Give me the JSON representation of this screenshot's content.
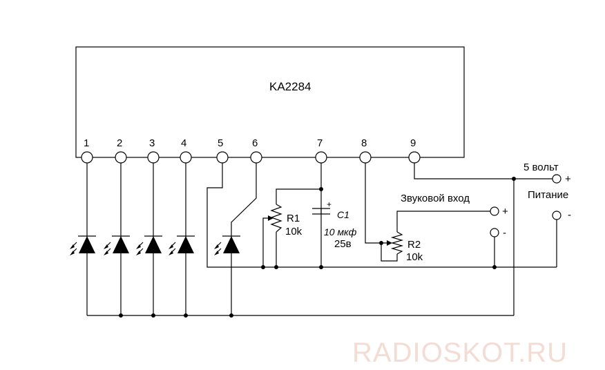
{
  "ic": {
    "name": "KA2284",
    "pins": [
      "1",
      "2",
      "3",
      "4",
      "5",
      "6",
      "7",
      "8",
      "9"
    ]
  },
  "r1": {
    "name": "R1",
    "value": "10k"
  },
  "c1": {
    "name": "C1",
    "value": "10 мкф",
    "voltage": "25в",
    "polarity": "+"
  },
  "r2": {
    "name": "R2",
    "value": "10k"
  },
  "audio_input": {
    "label": "Звуковой вход",
    "plus": "+",
    "minus": "-"
  },
  "power": {
    "voltage": "5 вольт",
    "label": "Питание",
    "plus": "+",
    "minus": "-"
  },
  "watermark": "RADIOSKOT.RU"
}
